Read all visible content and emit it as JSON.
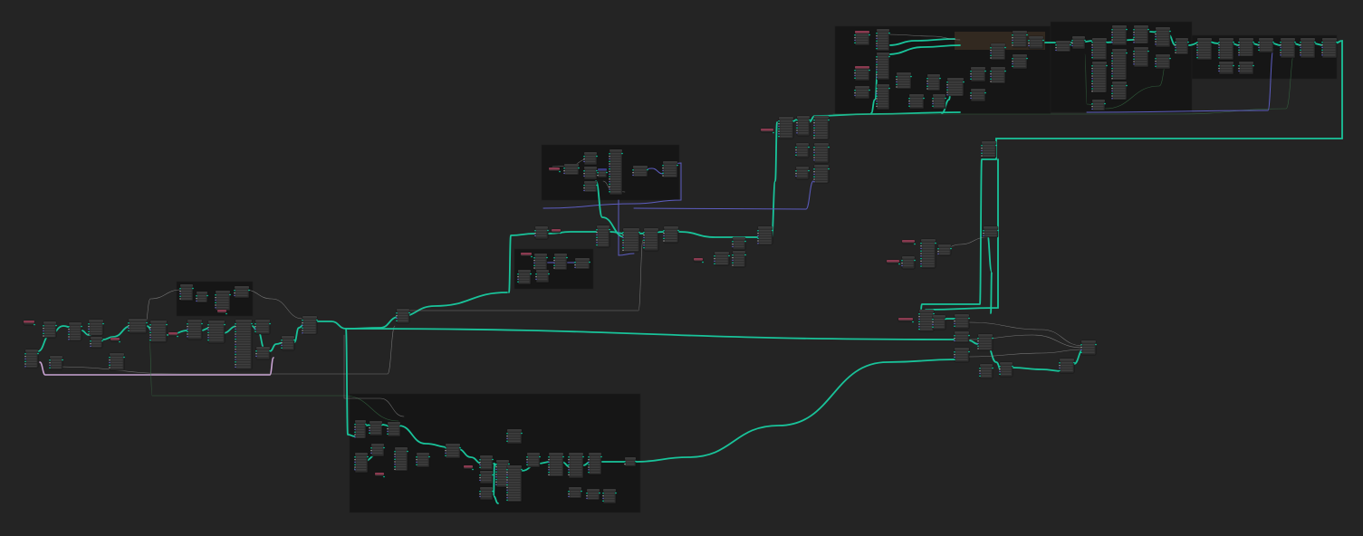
{
  "editor": {
    "title": "",
    "colors": {
      "background": "#242424",
      "frame": "#161616",
      "frame_border": "#1e1e1e",
      "node_body": "#2d2d2d",
      "node_border": "#0f0f0f",
      "node_header_geometry": "#1a6b5a",
      "node_header_input": "#8a3a50",
      "node_header_utility": "#3a3a3a",
      "node_header_vector": "#3a3a80",
      "socket_geometry": "#00d6a3",
      "socket_float": "#a1a1a1",
      "socket_vector": "#6363c7",
      "socket_boolean": "#cca6d6",
      "link_geometry": "#19c39a",
      "link_float": "#9a9a9a",
      "link_vector": "#5d5dc0",
      "link_boolean": "#c9a3d3",
      "link_integer": "#3c7a4c",
      "frame_highlight": "#4a3a2a"
    },
    "frames": [
      {
        "name": "frame-top-left-small"
      },
      {
        "name": "frame-middle-upper"
      },
      {
        "name": "frame-middle-lower"
      },
      {
        "name": "frame-bottom-large"
      },
      {
        "name": "frame-top-right-a"
      },
      {
        "name": "frame-top-right-b"
      },
      {
        "name": "frame-top-right-c"
      }
    ]
  }
}
